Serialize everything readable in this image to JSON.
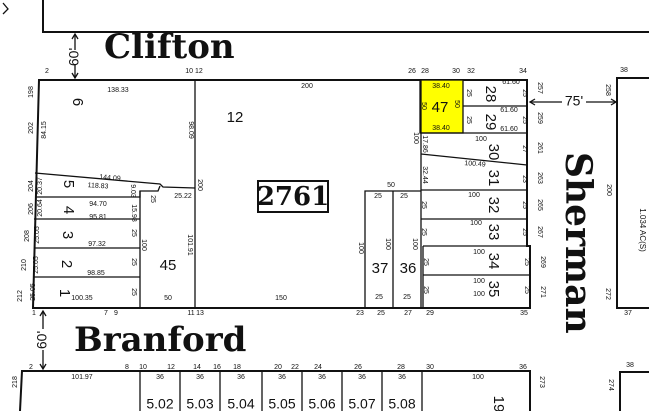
{
  "streets": {
    "clifton": "Clifton",
    "branford": "Branford",
    "sherman": "Sherman"
  },
  "street_widths": {
    "clifton": "60'",
    "branford": "60'",
    "sherman": "75'"
  },
  "block_number": "2761",
  "acreage": "1.034 AC(S)",
  "highlight_color": "#ffff00",
  "highlighted_lot": "47",
  "lots": [
    "6",
    "12",
    "5",
    "4",
    "3",
    "2",
    "1",
    "45",
    "47",
    "28",
    "29",
    "30",
    "31",
    "32",
    "33",
    "34",
    "35",
    "37",
    "36",
    "5.02",
    "5.03",
    "5.04",
    "5.05",
    "5.06",
    "5.07",
    "5.08",
    "19"
  ],
  "house_numbers": [
    "2",
    "10 12",
    "26",
    "28",
    "30",
    "32",
    "34",
    "198",
    "202",
    "204",
    "206",
    "208",
    "210",
    "212",
    "257",
    "259",
    "261",
    "263",
    "265",
    "267",
    "269",
    "271",
    "1",
    "7",
    "9",
    "11",
    "13",
    "23",
    "25",
    "27",
    "29",
    "35",
    "2",
    "8",
    "10",
    "12",
    "14",
    "16",
    "18",
    "20",
    "22",
    "24",
    "26",
    "28",
    "30",
    "36",
    "218",
    "273",
    "38",
    "258",
    "200",
    "272",
    "37",
    "38",
    "274"
  ],
  "dimensions": [
    "138.33",
    "200",
    "84.15",
    "98.09",
    "144.09",
    "118.83",
    "25.22",
    "25",
    "9.03",
    "20.37",
    "20.64",
    "94.70",
    "95.81",
    "15.98",
    "25.05",
    "97.32",
    "25",
    "25.05",
    "98.85",
    "25",
    "25.05",
    "100.35",
    "25",
    "100",
    "50",
    "101.91",
    "200",
    "150",
    "50",
    "25",
    "25",
    "100",
    "100",
    "100",
    "25",
    "25",
    "100",
    "38.40",
    "50",
    "50",
    "38.40",
    "61.60",
    "25",
    "25",
    "61.60",
    "25",
    "25",
    "61.60",
    "17.86",
    "100",
    "27",
    "100.49",
    "32.44",
    "23",
    "100",
    "25",
    "25",
    "100",
    "25",
    "25",
    "100",
    "25",
    "25",
    "100",
    "100",
    "25",
    "25",
    "101.97",
    "36",
    "36",
    "36",
    "36",
    "36",
    "36",
    "36",
    "100"
  ]
}
